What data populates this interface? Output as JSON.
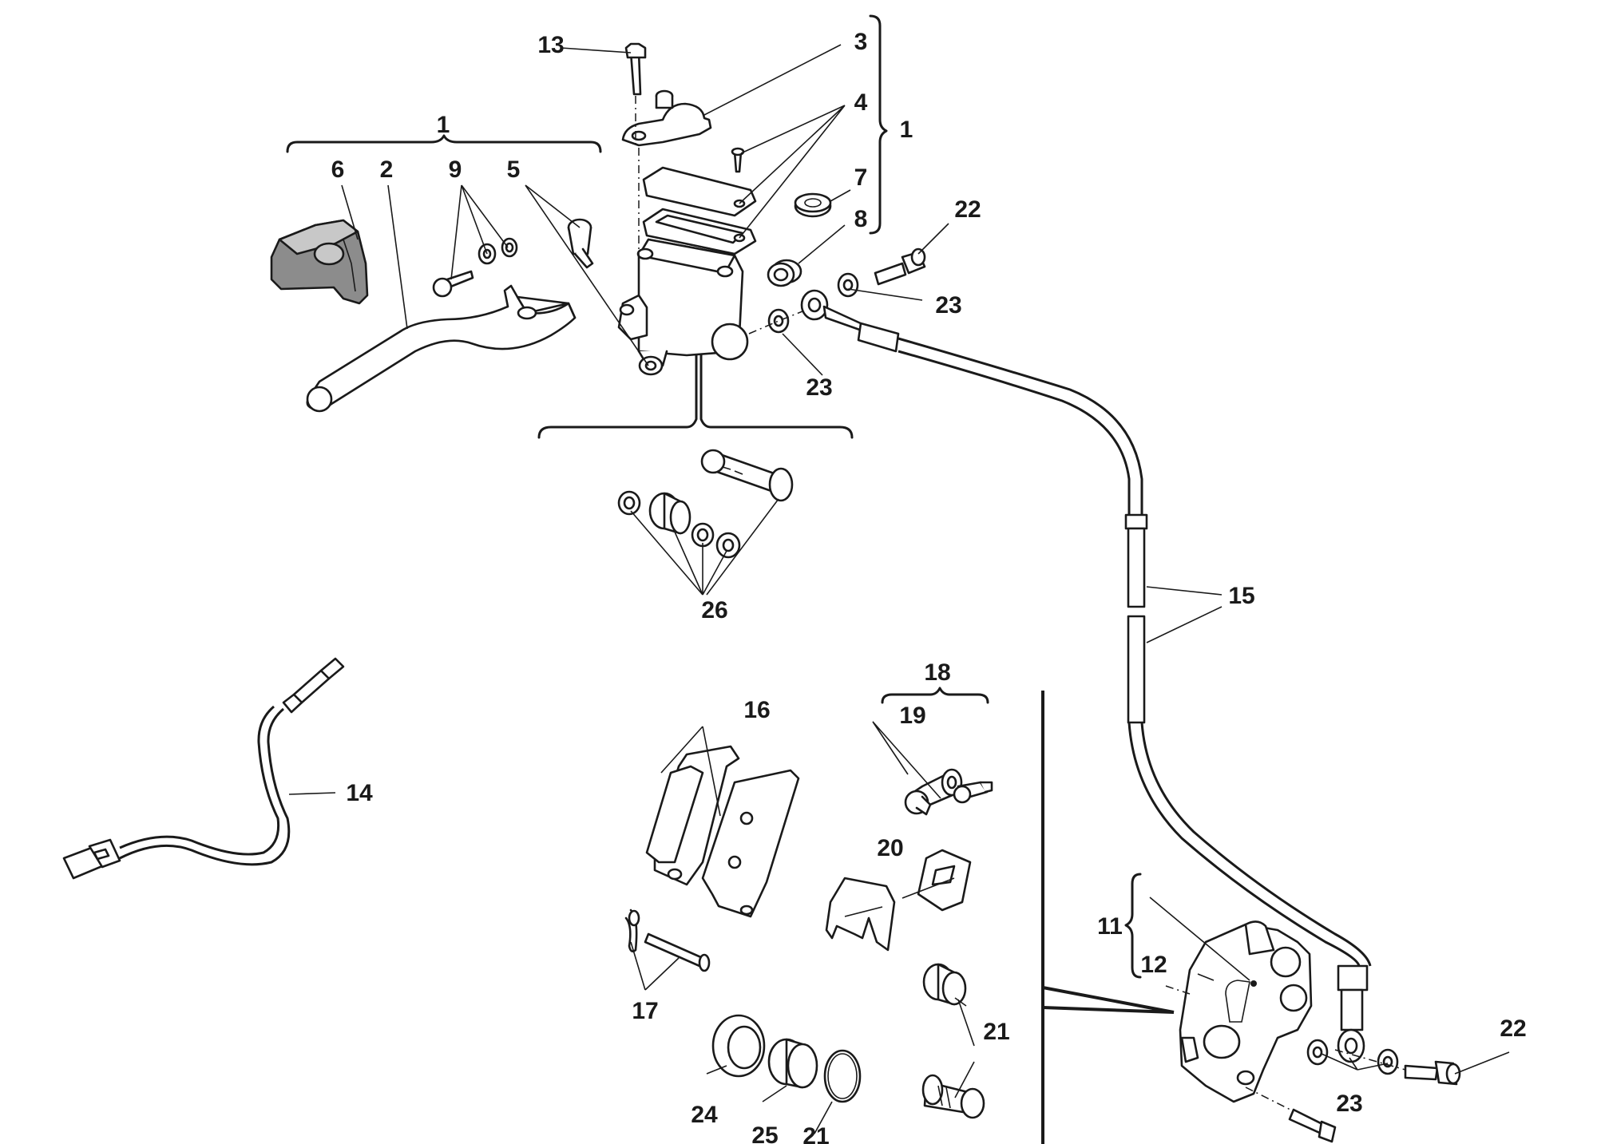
{
  "callouts": {
    "c1_top": "1",
    "c1_right": "1",
    "c2": "2",
    "c3": "3",
    "c4": "4",
    "c5": "5",
    "c6": "6",
    "c7": "7",
    "c8": "8",
    "c9": "9",
    "c11": "11",
    "c12": "12",
    "c13": "13",
    "c14": "14",
    "c15": "15",
    "c16": "16",
    "c17": "17",
    "c18": "18",
    "c19": "19",
    "c20": "20",
    "c21_a": "21",
    "c21_b": "21",
    "c22_a": "22",
    "c22_b": "22",
    "c23_a": "23",
    "c23_b": "23",
    "c23_c": "23",
    "c24": "24",
    "c25": "25",
    "c26": "26"
  },
  "colors": {
    "line": "#1a1a1a",
    "part_fill": "#ffffff",
    "shaded_part": "#8c8c8c",
    "background": "#ffffff"
  }
}
